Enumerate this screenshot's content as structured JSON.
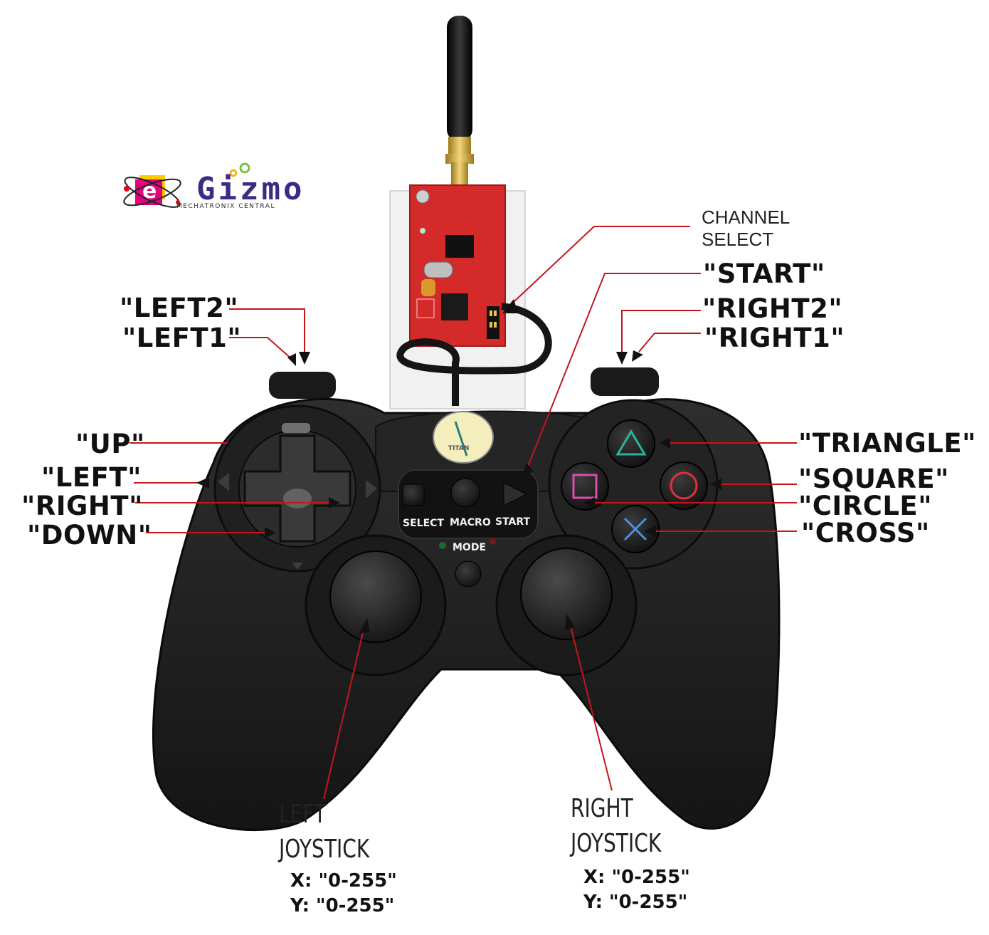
{
  "logo": {
    "letter": "e",
    "name": "Gizmo",
    "tagline": "MECHATRONIX CENTRAL",
    "colors": {
      "e_box": "#e5007e",
      "e_box_back": "#ffcc00",
      "name": "#3b2a86",
      "gear": "#7dc242"
    }
  },
  "callouts": {
    "channel_select": [
      "CHANNEL",
      "SELECT"
    ],
    "start": "\"START\"",
    "left2": "\"LEFT2\"",
    "left1": "\"LEFT1\"",
    "right2": "\"RIGHT2\"",
    "right1": "\"RIGHT1\"",
    "up": "\"UP\"",
    "left": "\"LEFT\"",
    "right": "\"RIGHT\"",
    "down": "\"DOWN\"",
    "triangle": "\"TRIANGLE\"",
    "square": "\"SQUARE\"",
    "circle": "\"CIRCLE\"",
    "cross": "\"CROSS\""
  },
  "joysticks": {
    "left": {
      "title": [
        "LEFT",
        "JOYSTICK"
      ],
      "x": "X: \"0-255\"",
      "y": "Y: \"0-255\""
    },
    "right": {
      "title": [
        "RIGHT",
        "JOYSTICK"
      ],
      "x": "X: \"0-255\"",
      "y": "Y: \"0-255\""
    }
  },
  "controller_labels": {
    "select": "SELECT",
    "macro": "MACRO",
    "start": "START",
    "mode": "MODE",
    "brand": "TITAN"
  },
  "icons": [
    "triangle-button-icon",
    "square-button-icon",
    "circle-button-icon",
    "cross-button-icon",
    "antenna-icon",
    "dpad-icon"
  ],
  "colors": {
    "leader_line": "#c4161c",
    "arrow": "#111111",
    "triangle": "#2bb39a",
    "square": "#d94fa8",
    "circle": "#e0303a",
    "cross": "#4a8fe0",
    "pcb": "#d42a2a",
    "controller_body": "#1e1e1e"
  }
}
